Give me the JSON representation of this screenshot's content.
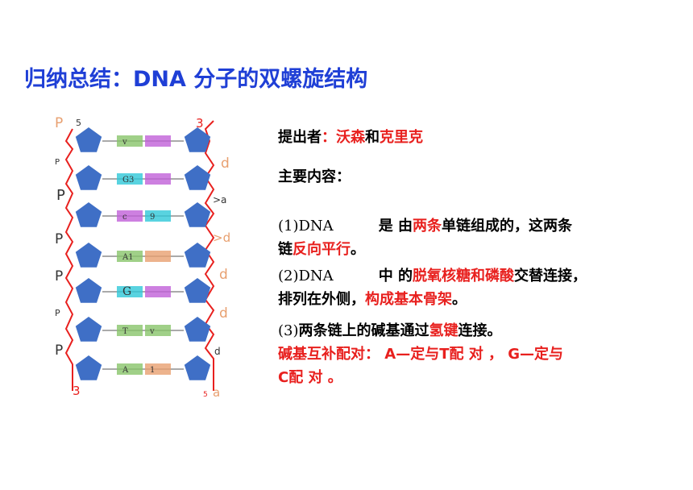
{
  "title": "归纳总结：DNA 分子的双螺旋结构",
  "proposer": {
    "label": "提出者",
    "colon": "：",
    "name1": "沃森",
    "and": "和",
    "name2": "克里克"
  },
  "main_content_label": "主要内容：",
  "point1": {
    "num": "(1)DNA",
    "gap": "是",
    "t1": " 由",
    "h1": "两条",
    "t2": "单链组成的，这两条",
    "t3": "链",
    "h2": "反向平行",
    "t4": "。"
  },
  "point2": {
    "num": "(2)DNA",
    "gap": "中",
    "t1": " 的",
    "h1": "脱氧核糖和磷酸",
    "t2": "交替连接，",
    "t3": "排列在外侧，",
    "h2": "构成基本骨架",
    "t4": "。"
  },
  "point3": {
    "num": "(3)",
    "t1": "两条链上的碱基通过",
    "h1": "氢键",
    "t2": "连接。"
  },
  "pairing": {
    "line1": "碱基互补配对： A—定与T配 对 ， G—定与",
    "line2": "C配 对 。"
  },
  "diagram_labels": {
    "left": [
      "P",
      "5",
      "P",
      "P",
      "P",
      "P",
      "P",
      "P",
      "3"
    ],
    "right": [
      "3",
      "d",
      ">a",
      ">d",
      "d",
      "d",
      "d",
      "5",
      "a"
    ],
    "bases": [
      "v",
      "G3",
      "c",
      "9",
      "A1",
      "G",
      "T",
      "v",
      "A",
      "1"
    ]
  },
  "colors": {
    "title": "#1f3fd6",
    "highlight": "#e8201e",
    "backbone": "#e8201e",
    "pentagon": "#3f6fc6",
    "base_green": "#88c46a",
    "base_orange": "#e8a070",
    "base_purple": "#c060d8",
    "base_cyan": "#30c8d8"
  }
}
